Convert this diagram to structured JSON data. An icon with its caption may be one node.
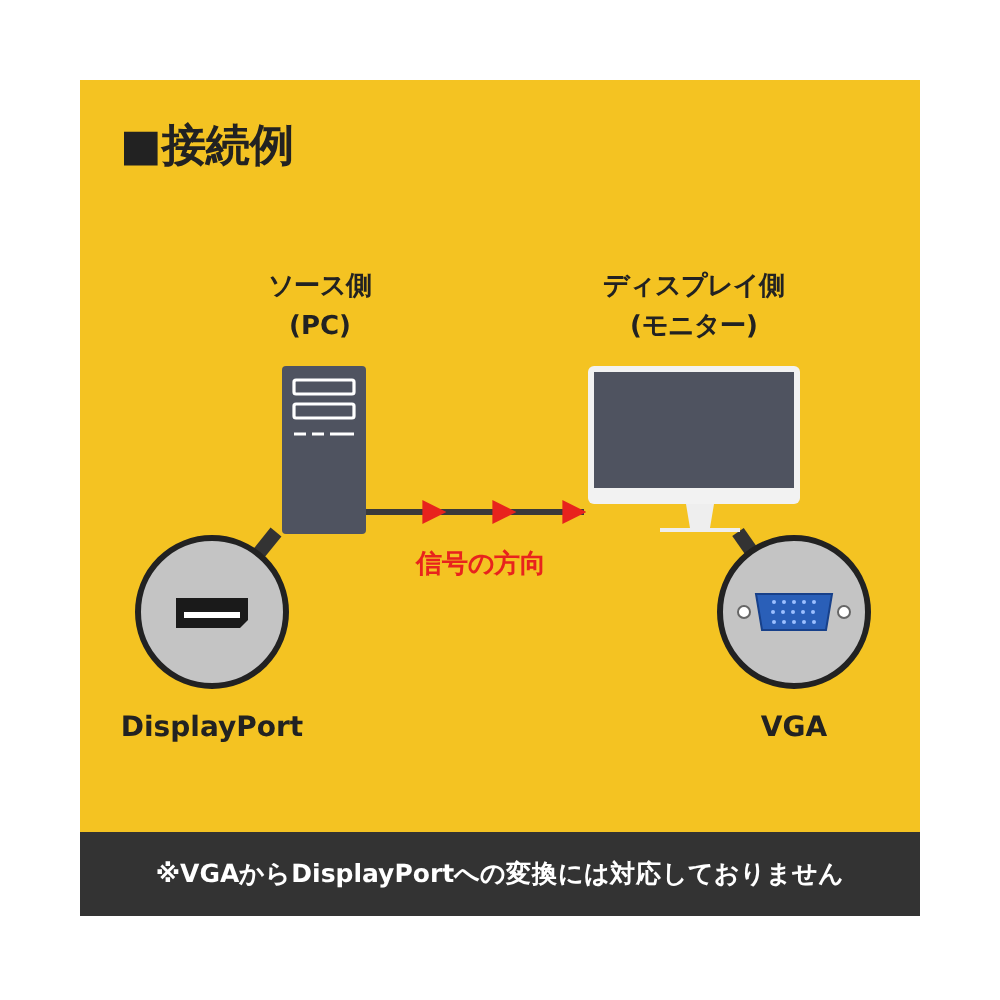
{
  "diagram": {
    "title": "■接続例",
    "nodes": [
      {
        "text": [
          "ソース側 (PC)"
        ]
      },
      {
        "text": [
          "ディスプレイ側 (モニター)"
        ]
      },
      {
        "text": [
          "DisplayPort"
        ]
      },
      {
        "text": [
          "VGA"
        ]
      }
    ],
    "edges": [
      {
        "from": 0,
        "to": 1,
        "arrow": "to",
        "label": "信号の方向"
      },
      {
        "from": 2,
        "to": 0,
        "arrow": "none"
      },
      {
        "from": 3,
        "to": 1,
        "arrow": "none"
      }
    ],
    "labels": [
      "※VGAからDisplayPortへの変換には対応しておりません"
    ]
  }
}
